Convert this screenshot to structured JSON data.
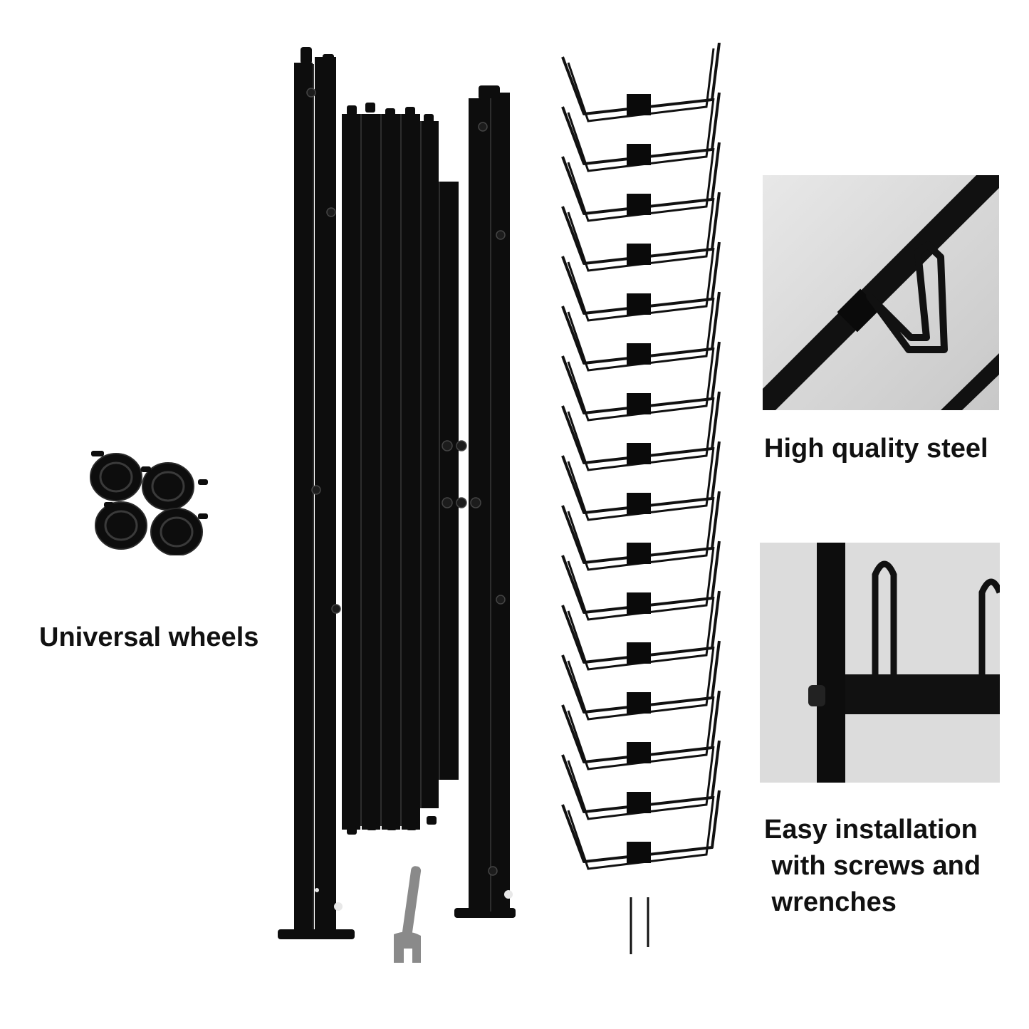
{
  "captions": {
    "wheels": "Universal wheels",
    "steel": "High quality steel",
    "install_line1": "Easy installation",
    "install_line2": " with screws and",
    "install_line3": " wrenches"
  },
  "colors": {
    "background": "#ffffff",
    "metal": "#0d0d0d",
    "photo_bg": "#dcdcdc",
    "wrench": "#8a8a8a",
    "text": "#111111"
  },
  "icons": {
    "wheels": "caster-wheel-icon",
    "wrench": "wrench-icon"
  }
}
